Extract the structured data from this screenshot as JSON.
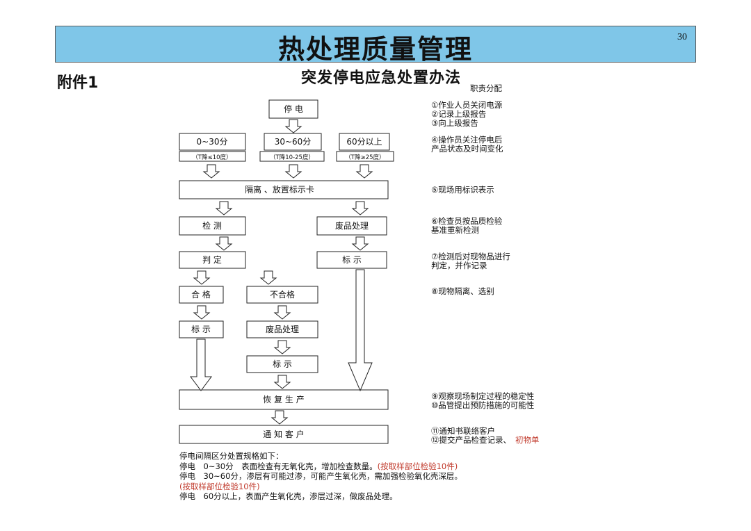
{
  "page": {
    "title": "热处理质量管理",
    "page_number": "30",
    "attachment": "附件1"
  },
  "doc": {
    "title": "突发停电应急处置办法",
    "duty_header": "职责分配"
  },
  "flow": {
    "power_off": "停 电",
    "branch_0_30": "0~30分",
    "branch_30_60": "30~60分",
    "branch_60_plus": "60分以上",
    "drop_0_30": "（T降≤10度）",
    "drop_30_60": "（T降10-25度）",
    "drop_60_plus": "（T降≥25度）",
    "isolate": "隔离 、放置标示卡",
    "inspect": "检 测",
    "scrap_1": "废品处理",
    "judge": "判 定",
    "mark_right": "标 示",
    "pass": "合 格",
    "fail": "不合格",
    "mark_left": "标 示",
    "scrap_2": "废品处理",
    "mark_mid": "标 示",
    "resume": "恢 复 生 产",
    "notify": "通 知 客 户"
  },
  "duties": [
    "①作业人员关闭电源",
    "②记录上级报告",
    "③向上级报告",
    "④操作员关注停电后",
    "产品状态及时间变化",
    "⑤现场用标识表示",
    "⑥检查员按品质检验",
    "基准重新检测",
    "⑦检测后对现物品进行",
    "判定，并作记录",
    "⑧现物隔离、选别",
    "⑨观察现场制定过程的稳定性",
    "⑩品管提出预防措施的可能性",
    "⑪通知书联络客户",
    "⑫提交产品检查记录、",
    "初物单"
  ],
  "notes": {
    "heading": "停电间隔区分处置规格如下：",
    "line1": "停电　0~30分　表面检查有无氧化壳，增加检查数量。",
    "line1_red": "(按取样部位检验10件)",
    "line2": "停电　30~60分，渗层有可能过渗，可能产生氧化壳，需加强检验氧化壳深层。",
    "line3_red": "(按取样部位检验10件)",
    "line4": "停电　60分以上，表面产生氧化壳，渗层过深，做废品处理。"
  },
  "colors": {
    "banner": "#7fc6e8",
    "red_text": "#c0392b"
  }
}
